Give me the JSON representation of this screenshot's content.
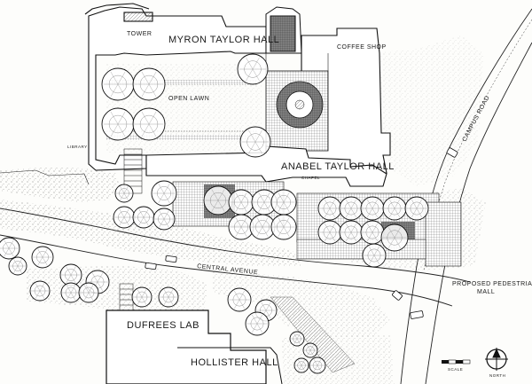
{
  "labels": {
    "tower": "TOWER",
    "myron_taylor_hall": "MYRON TAYLOR HALL",
    "coffee_shop": "COFFEE SHOP",
    "open_lawn": "OPEN LAWN",
    "library": "LIBRARY",
    "anabel_taylor_hall": "ANABEL TAYLOR HALL",
    "chapel": "CHAPEL",
    "central_avenue": "CENTRAL AVENUE",
    "campus_road": "CAMPUS ROAD",
    "proposed_pedestrian_mall": "PROPOSED PEDESTRIAN MALL",
    "dupree_lab": "DUFREES LAB",
    "hollister_hall": "HOLLISTER HALL",
    "scale": "SCALE",
    "north": "NORTH"
  }
}
